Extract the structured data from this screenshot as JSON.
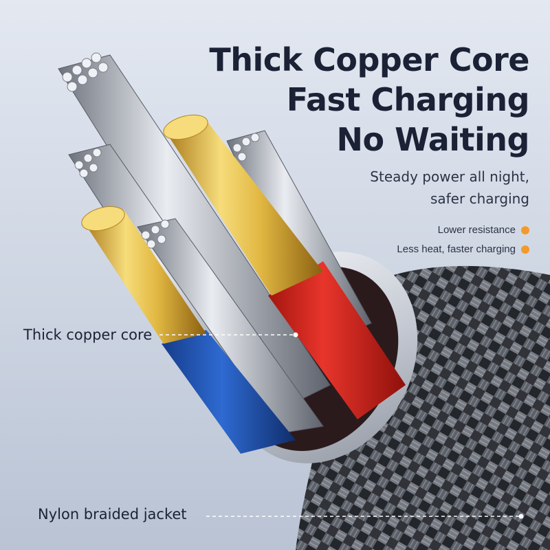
{
  "headline": {
    "line1": "Thick Copper Core",
    "line2": "Fast Charging",
    "line3": "No Waiting"
  },
  "subhead": {
    "line1": "Steady power all night,",
    "line2": "safer charging"
  },
  "features": [
    {
      "label": "Lower resistance",
      "icon": "orange-dot-icon"
    },
    {
      "label": "Less heat, faster charging",
      "icon": "orange-dot-icon"
    }
  ],
  "callouts": {
    "core": "Thick copper core",
    "jacket": "Nylon braided jacket"
  },
  "colors": {
    "headline": "#1b2236",
    "accent": "#f29a2b",
    "red_insulation": "#d7261e",
    "blue_insulation": "#1f56b5",
    "gold_pin": "#e2b843"
  }
}
